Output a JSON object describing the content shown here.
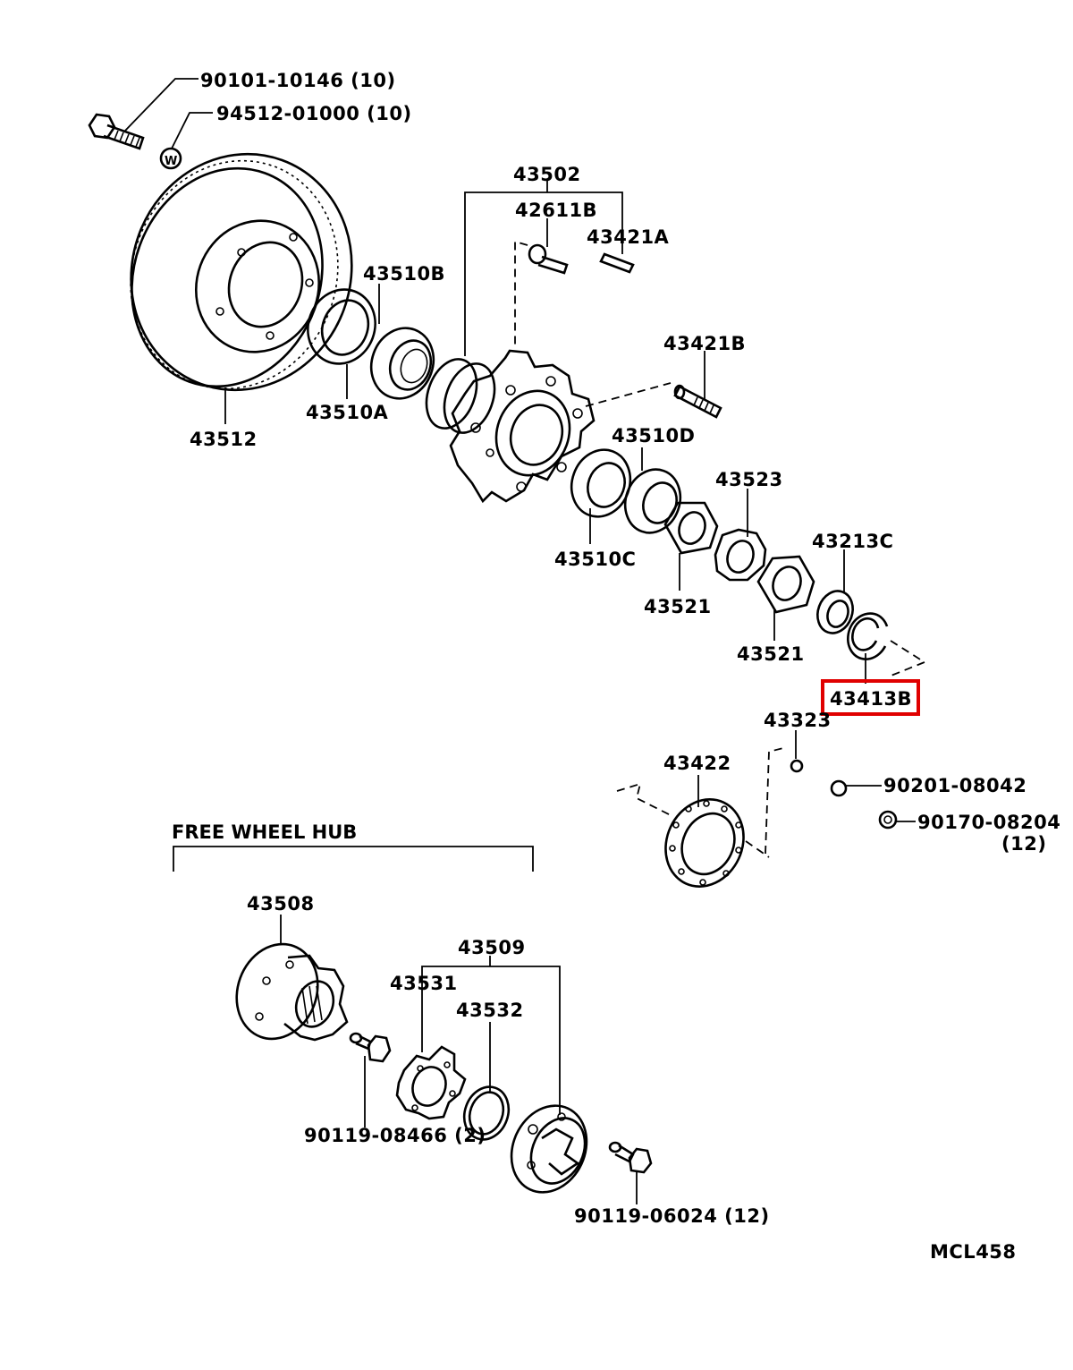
{
  "highlight_color": "#e00000",
  "section_title": "FREE WHEEL HUB",
  "diagram_code": "MCL458",
  "part_labels": {
    "p90101": "90101-10146 (10)",
    "p94512": "94512-01000 (10)",
    "p43502": "43502",
    "p42611B": "42611B",
    "p43421A": "43421A",
    "p43510B": "43510B",
    "p43421B": "43421B",
    "p43510A": "43510A",
    "p43512": "43512",
    "p43510D": "43510D",
    "p43523": "43523",
    "p43213C": "43213C",
    "p43510C": "43510C",
    "p43521a": "43521",
    "p43521b": "43521",
    "p43413B": "43413B",
    "p43323": "43323",
    "p43422": "43422",
    "p90201": "90201-08042",
    "p90170": "90170-08204",
    "p90170qty": "(12)",
    "p43508": "43508",
    "p43509": "43509",
    "p43531": "43531",
    "p43532": "43532",
    "p90119a": "90119-08466 (2)",
    "p90119b": "90119-06024 (12)"
  },
  "highlighted_part": "43413B"
}
